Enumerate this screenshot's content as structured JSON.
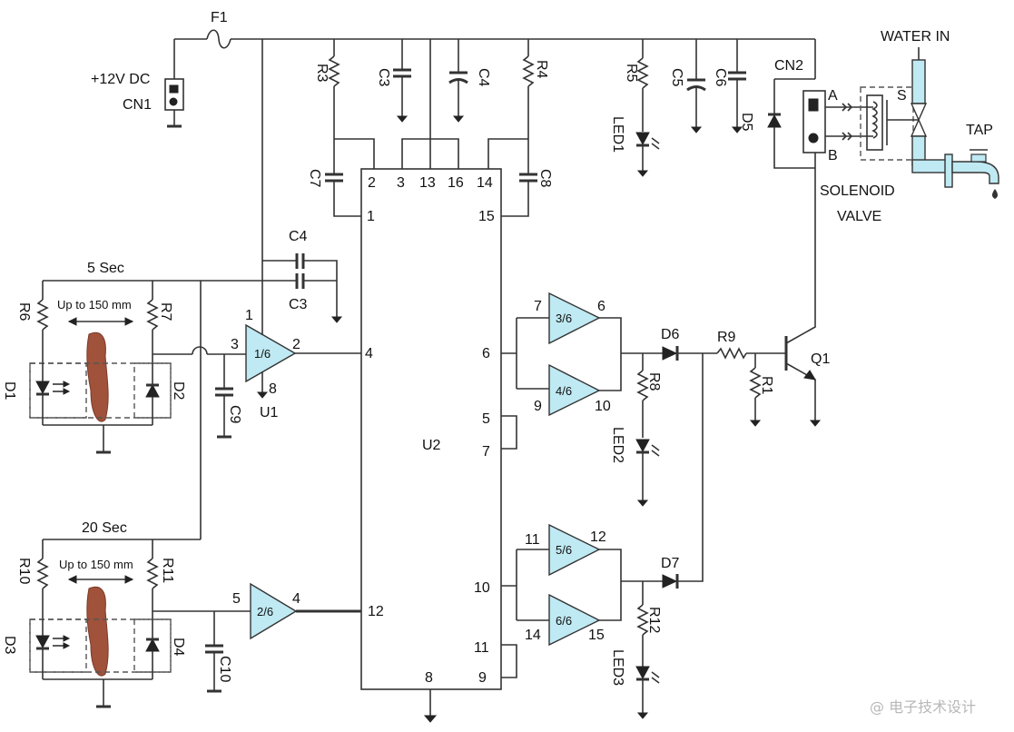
{
  "fuse": "F1",
  "power": {
    "supply": "+12V DC",
    "connector": "CN1"
  },
  "ic_u2": "U2",
  "ic_u1": "U1",
  "timers": {
    "short": "5 Sec",
    "long": "20 Sec"
  },
  "sensor_range": "Up to 150 mm",
  "resistors": {
    "r1": "R1",
    "r3": "R3",
    "r4": "R4",
    "r5": "R5",
    "r6": "R6",
    "r7": "R7",
    "r8": "R8",
    "r9": "R9",
    "r10": "R10",
    "r11": "R11",
    "r12": "R12"
  },
  "capacitors": {
    "c3": "C3",
    "c4": "C4",
    "c5": "C5",
    "c6": "C6",
    "c7": "C7",
    "c8": "C8",
    "c9": "C9",
    "c10": "C10",
    "c4b": "C4",
    "c3b": "C3"
  },
  "diodes": {
    "d1": "D1",
    "d2": "D2",
    "d3": "D3",
    "d4": "D4",
    "d5": "D5",
    "d6": "D6",
    "d7": "D7"
  },
  "leds": {
    "led1": "LED1",
    "led2": "LED2",
    "led3": "LED3"
  },
  "transistor": "Q1",
  "valve": {
    "connector": "CN2",
    "a": "A",
    "b": "B",
    "s": "S",
    "line1": "SOLENOID",
    "line2": "VALVE",
    "water_in": "WATER IN",
    "tap": "TAP"
  },
  "gates": {
    "g1": "1/6",
    "g2": "2/6",
    "g3": "3/6",
    "g4": "4/6",
    "g5": "5/6",
    "g6": "6/6"
  },
  "gate_pins": {
    "g1_in": "3",
    "g1_out": "2",
    "g1_vcc": "1",
    "g1_gnd": "8",
    "g2_in": "5",
    "g2_out": "4",
    "g3_in": "7",
    "g3_out": "6",
    "g4_in": "9",
    "g4_out": "10",
    "g5_in": "11",
    "g5_out": "12",
    "g6_in": "14",
    "g6_out": "15"
  },
  "u2_pins": {
    "p1": "1",
    "p2": "2",
    "p3": "3",
    "p13": "13",
    "p16": "16",
    "p14": "14",
    "p15": "15",
    "p4": "4",
    "p12": "12",
    "p8": "8",
    "p6": "6",
    "p5": "5",
    "p7": "7",
    "p10": "10",
    "p11": "11",
    "p9": "9"
  },
  "watermark": "@ 电子技术设计"
}
